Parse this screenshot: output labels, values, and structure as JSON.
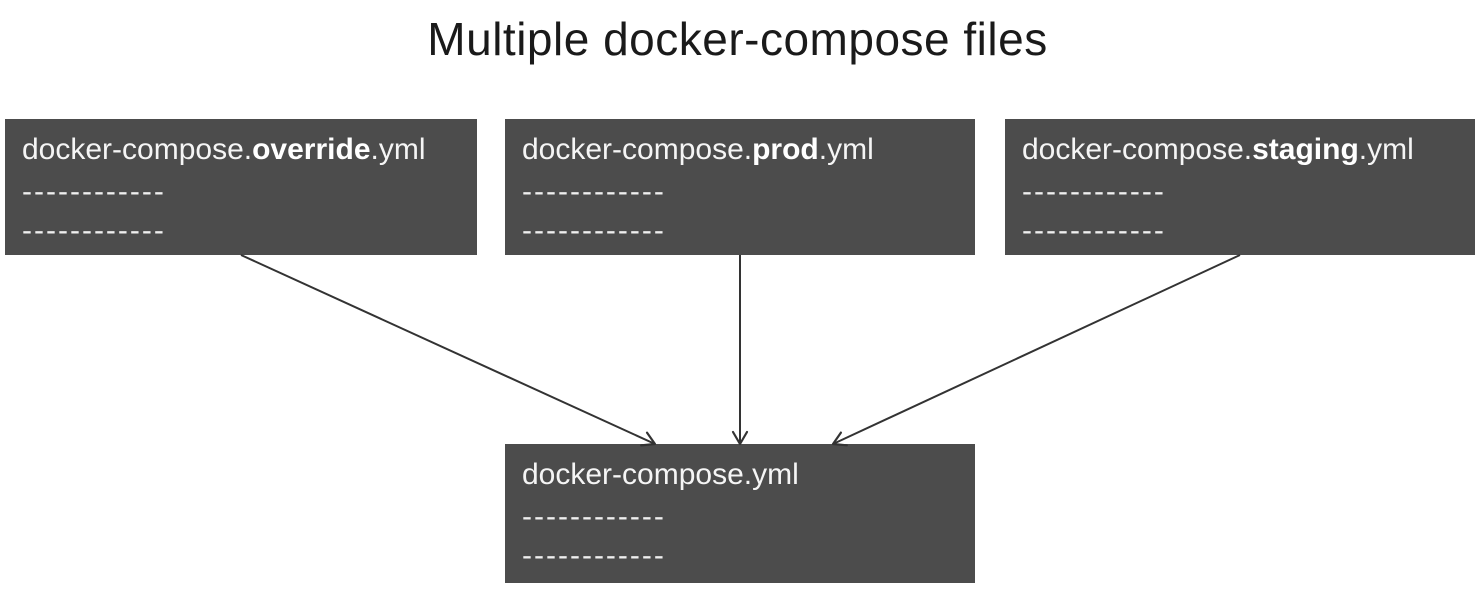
{
  "page": {
    "title": "Multiple docker-compose files"
  },
  "colors": {
    "box_background": "#4c4c4c",
    "box_text": "#f5f5f5",
    "box_text_bold": "#ffffff",
    "dash_text": "#efefef",
    "arrow": "#333333",
    "title_text": "#1a1a1a",
    "page_background": "#ffffff"
  },
  "boxes": [
    {
      "id": "override",
      "prefix": "docker-compose.",
      "highlight": "override",
      "suffix": ".yml",
      "dash_lines": [
        "------------",
        "------------"
      ]
    },
    {
      "id": "prod",
      "prefix": "docker-compose.",
      "highlight": "prod",
      "suffix": ".yml",
      "dash_lines": [
        "------------",
        "------------"
      ]
    },
    {
      "id": "staging",
      "prefix": "docker-compose.",
      "highlight": "staging",
      "suffix": ".yml",
      "dash_lines": [
        "------------",
        "------------"
      ]
    },
    {
      "id": "base",
      "prefix": "docker-compose.yml",
      "highlight": "",
      "suffix": "",
      "dash_lines": [
        "------------",
        "------------"
      ]
    }
  ],
  "connections": [
    {
      "from": "override",
      "to": "base"
    },
    {
      "from": "prod",
      "to": "base"
    },
    {
      "from": "staging",
      "to": "base"
    }
  ]
}
